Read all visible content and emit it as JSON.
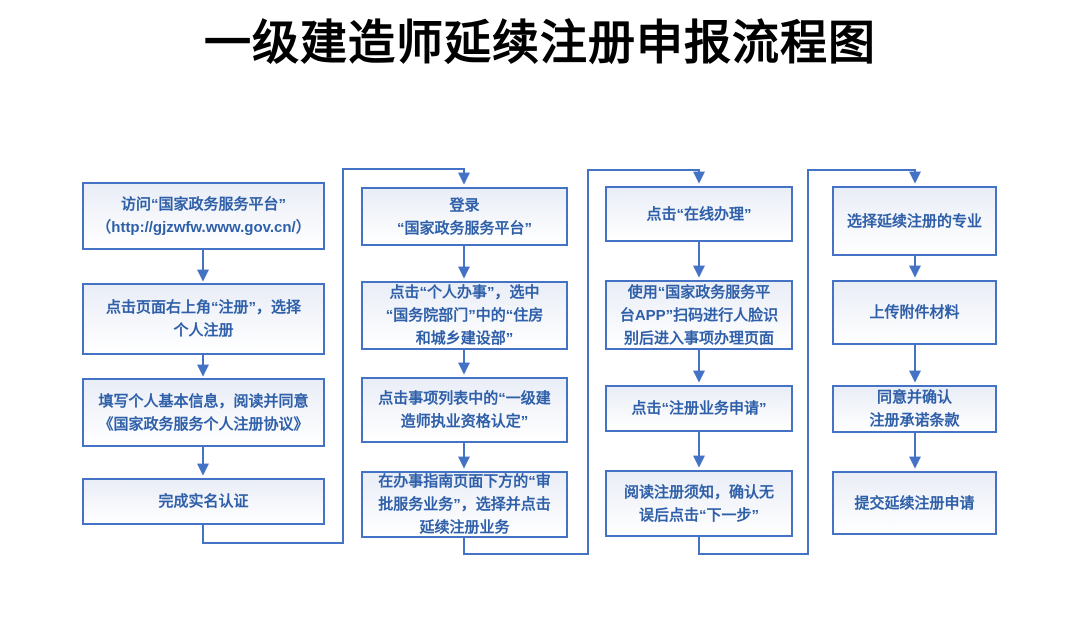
{
  "title": "一级建造师延续注册申报流程图",
  "colors": {
    "box_border": "#4472C4",
    "arrow_line": "#4472C4",
    "box_text": "#2E5FA8",
    "box_fill_top": "#E9EDF6",
    "box_fill_bottom": "#FFFFFF",
    "title_color": "#000000",
    "background": "#FFFFFF"
  },
  "flow": {
    "columns": [
      {
        "boxes": [
          "访问“国家政务服务平台”\n（http://gjzwfw.www.gov.cn/）",
          "点击页面右上角“注册”，选择\n个人注册",
          "填写个人基本信息，阅读并同意\n《国家政务服务个人注册协议》",
          "完成实名认证"
        ]
      },
      {
        "boxes": [
          "登录\n“国家政务服务平台”",
          "点击“个人办事”，选中\n“国务院部门”中的“住房\n和城乡建设部”",
          "点击事项列表中的“一级建\n造师执业资格认定”",
          "在办事指南页面下方的“审\n批服务业务”，选择并点击\n延续注册业务"
        ]
      },
      {
        "boxes": [
          "点击“在线办理”",
          "使用“国家政务服务平\n台APP”扫码进行人脸识\n别后进入事项办理页面",
          "点击“注册业务申请”",
          "阅读注册须知，确认无\n误后点击“下一步”"
        ]
      },
      {
        "boxes": [
          "选择延续注册的专业",
          "上传附件材料",
          "同意并确认\n注册承诺条款",
          "提交延续注册申请"
        ]
      }
    ]
  }
}
